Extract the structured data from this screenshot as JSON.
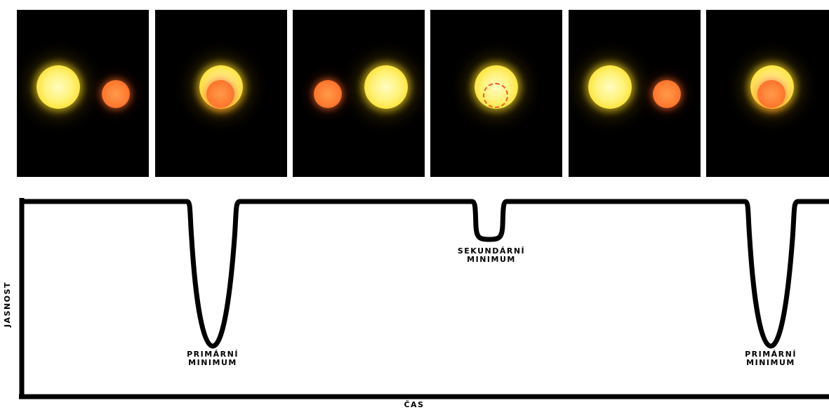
{
  "panels": [
    {
      "phase": "separated-big-left"
    },
    {
      "phase": "small-in-front"
    },
    {
      "phase": "separated-small-left"
    },
    {
      "phase": "small-behind"
    },
    {
      "phase": "separated-big-left"
    },
    {
      "phase": "small-in-front"
    }
  ],
  "colors": {
    "background": "#000000",
    "big_star": "#fff27a",
    "small_star": "#ff7a30",
    "curve": "#000000"
  },
  "curve": {
    "labels": {
      "primary_1": [
        "PRIMÁRNÍ",
        "MINIMUM"
      ],
      "secondary": [
        "SEKUNDÁRNÍ",
        "MINIMUM"
      ],
      "primary_2": [
        "PRIMÁRNÍ",
        "MINIMUM"
      ]
    }
  },
  "axes": {
    "y_label": "JASNOST",
    "x_label": "ČAS"
  }
}
